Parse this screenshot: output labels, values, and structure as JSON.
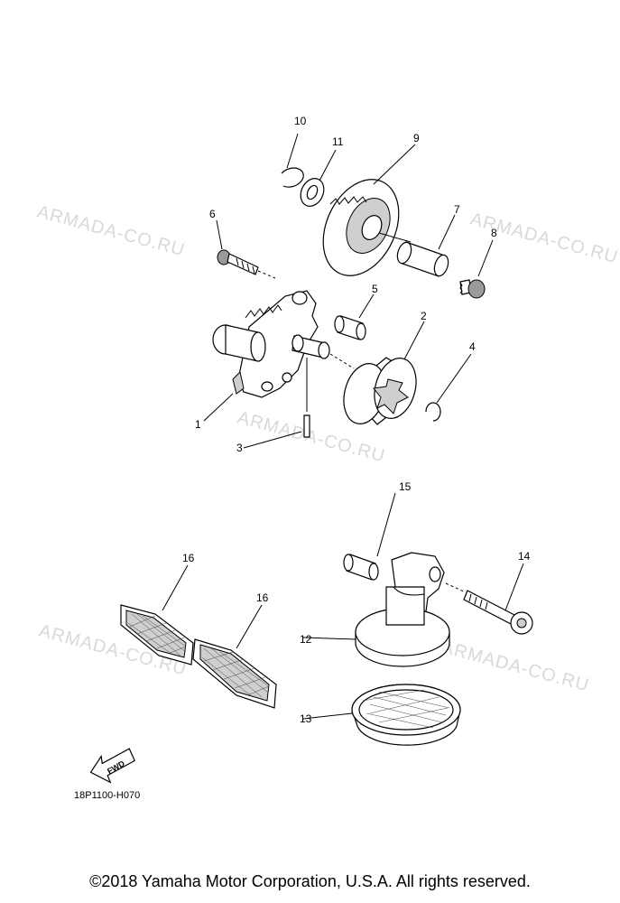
{
  "watermark": "ARMADA-CO.RU",
  "diagram_code": "18P1100-H070",
  "fwd_label": "FWD",
  "copyright": "©2018 Yamaha Motor Corporation, U.S.A. All rights reserved.",
  "callouts": {
    "c1": "1",
    "c2": "2",
    "c3": "3",
    "c4": "4",
    "c5": "5",
    "c6": "6",
    "c7": "7",
    "c8": "8",
    "c9": "9",
    "c10": "10",
    "c11": "11",
    "c12": "12",
    "c13": "13",
    "c14": "14",
    "c15": "15",
    "c16a": "16",
    "c16b": "16"
  }
}
